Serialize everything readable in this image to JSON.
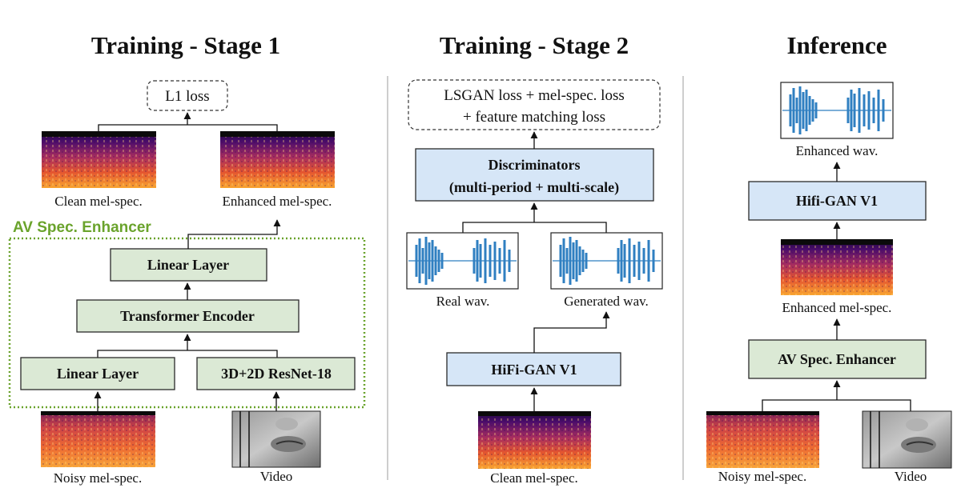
{
  "titles": {
    "stage1": "Training - Stage 1",
    "stage2": "Training - Stage 2",
    "inference": "Inference"
  },
  "stage1": {
    "loss": "L1 loss",
    "clean_spec": "Clean mel-spec.",
    "enhanced_spec": "Enhanced mel-spec.",
    "enhancer_label": "AV Spec. Enhancer",
    "linear_top": "Linear Layer",
    "transformer": "Transformer Encoder",
    "linear_bottom": "Linear Layer",
    "resnet": "3D+2D ResNet-18",
    "noisy_spec": "Noisy mel-spec.",
    "video": "Video"
  },
  "stage2": {
    "loss_line1": "LSGAN loss + mel-spec. loss",
    "loss_line2": "+ feature matching loss",
    "disc_line1": "Discriminators",
    "disc_line2": "(multi-period + multi-scale)",
    "real_wav": "Real wav.",
    "gen_wav": "Generated wav.",
    "hifigan": "HiFi-GAN V1",
    "clean_spec": "Clean mel-spec."
  },
  "inference": {
    "enhanced_wav": "Enhanced wav.",
    "hifigan": "Hifi-GAN V1",
    "enhanced_spec": "Enhanced mel-spec.",
    "enhancer": "AV Spec. Enhancer",
    "noisy_spec": "Noisy mel-spec.",
    "video": "Video"
  },
  "colors": {
    "green_block": "#dbe9d5",
    "blue_block": "#d6e6f7",
    "enhancer_border": "#6aa32c",
    "waveform": "#2f7fc1"
  }
}
